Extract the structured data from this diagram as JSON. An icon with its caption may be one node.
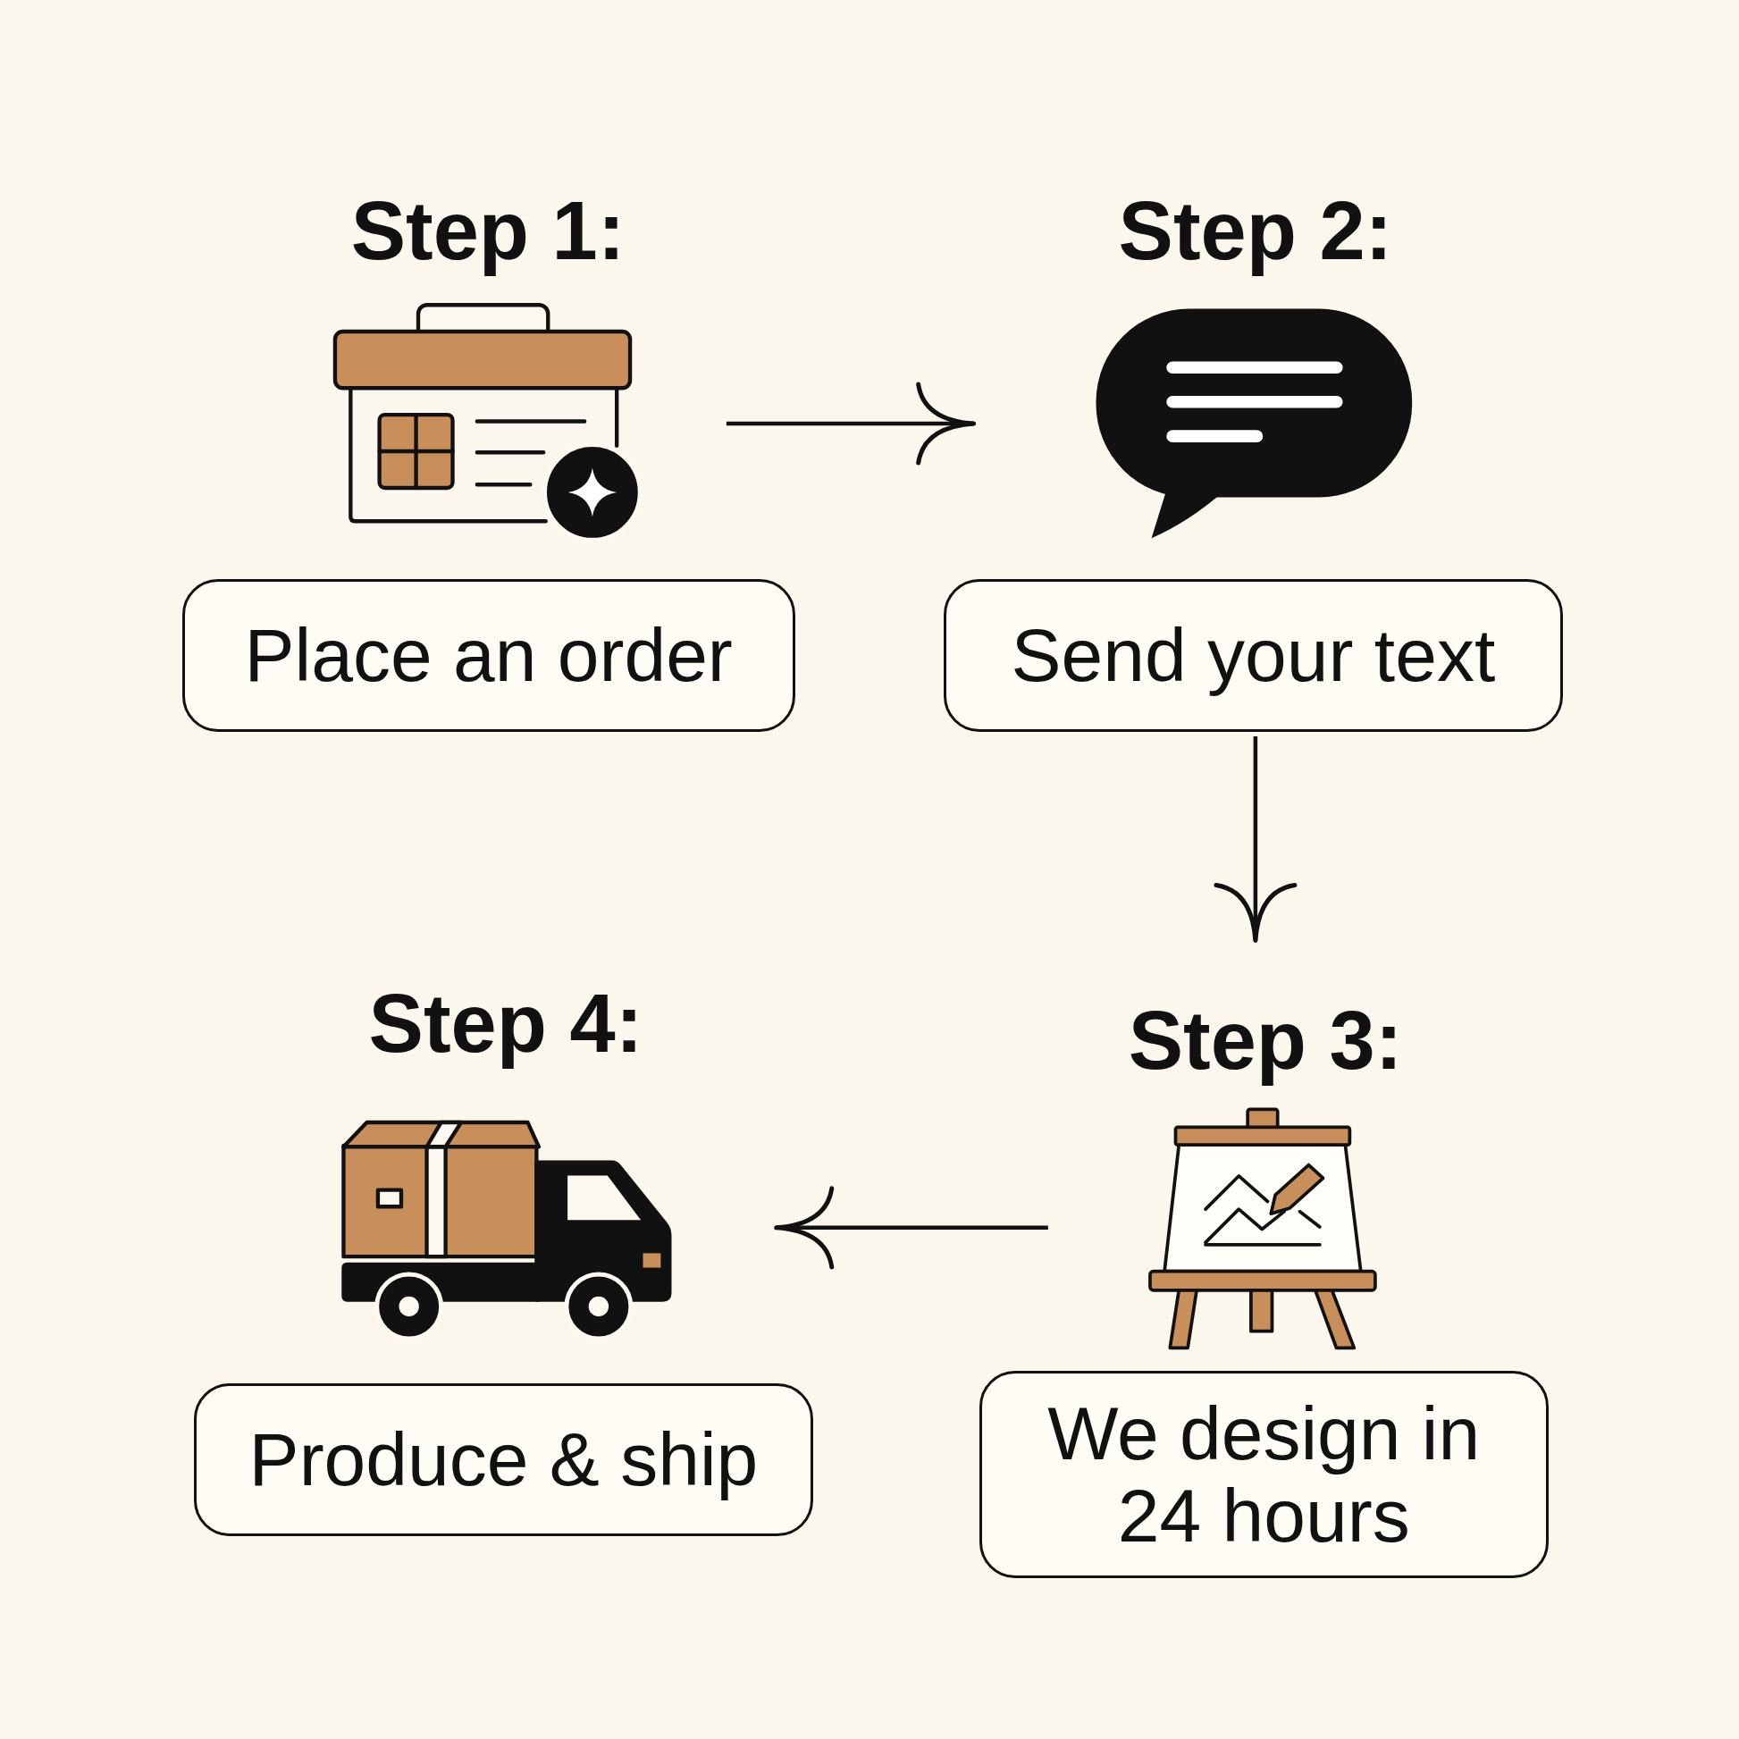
{
  "diagram": {
    "nodes": [
      {
        "text": [
          "Step 1:"
        ]
      },
      {
        "text": [
          "Place an order"
        ]
      },
      {
        "text": [
          "Step 2:"
        ]
      },
      {
        "text": [
          "Send your text"
        ]
      },
      {
        "text": [
          "Step 3:"
        ]
      },
      {
        "text": [
          "We design in 24 hours"
        ]
      },
      {
        "text": [
          "Step 4:"
        ]
      },
      {
        "text": [
          "Produce & ship"
        ]
      }
    ],
    "edges": [
      {
        "from": 0,
        "to": 2,
        "arrow": "to"
      },
      {
        "from": 3,
        "to": 4,
        "arrow": "to"
      },
      {
        "from": 4,
        "to": 6,
        "arrow": "to"
      }
    ]
  }
}
